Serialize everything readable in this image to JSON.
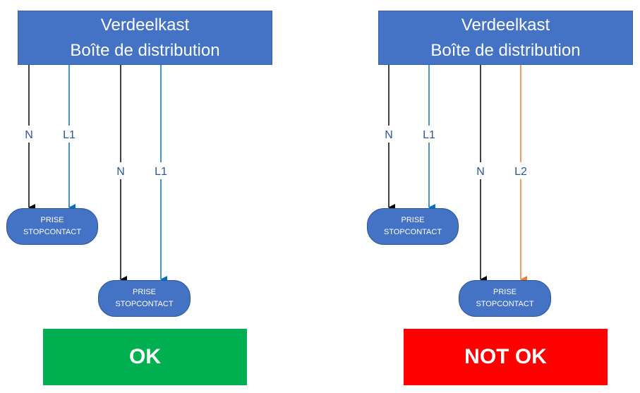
{
  "left": {
    "board": {
      "line1": "Verdeelkast",
      "line2": "Boîte de distribution"
    },
    "socket1": {
      "line1": "PRISE",
      "line2": "STOPCONTACT"
    },
    "socket2": {
      "line1": "PRISE",
      "line2": "STOPCONTACT"
    },
    "wires": {
      "socket1_neutral": "N",
      "socket1_live": "L1",
      "socket2_neutral": "N",
      "socket2_live": "L1"
    },
    "verdict": {
      "label": "OK",
      "color": "#00b050"
    }
  },
  "right": {
    "board": {
      "line1": "Verdeelkast",
      "line2": "Boîte de distribution"
    },
    "socket1": {
      "line1": "PRISE",
      "line2": "STOPCONTACT"
    },
    "socket2": {
      "line1": "PRISE",
      "line2": "STOPCONTACT"
    },
    "wires": {
      "socket1_neutral": "N",
      "socket1_live": "L1",
      "socket2_neutral": "N",
      "socket2_live": "L2"
    },
    "verdict": {
      "label": "NOT OK",
      "color": "#ff0000"
    }
  },
  "colors": {
    "neutral_wire": "#000000",
    "l1_wire": "#0070c0",
    "l2_wire": "#ed7d31",
    "box_fill": "#4472c4"
  }
}
